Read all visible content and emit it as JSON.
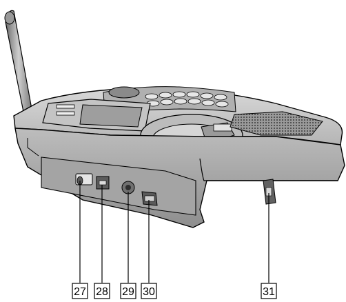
{
  "callouts": [
    {
      "id": "27",
      "label": "27"
    },
    {
      "id": "28",
      "label": "28"
    },
    {
      "id": "29",
      "label": "29"
    },
    {
      "id": "30",
      "label": "30"
    },
    {
      "id": "31",
      "label": "31"
    }
  ],
  "colors": {
    "line": "#000000",
    "body_light": "#cfcfcf",
    "body_mid": "#a9a9a9",
    "body_dark": "#6e6e6e",
    "shadow": "#4a4a4a",
    "background": "#ffffff"
  }
}
